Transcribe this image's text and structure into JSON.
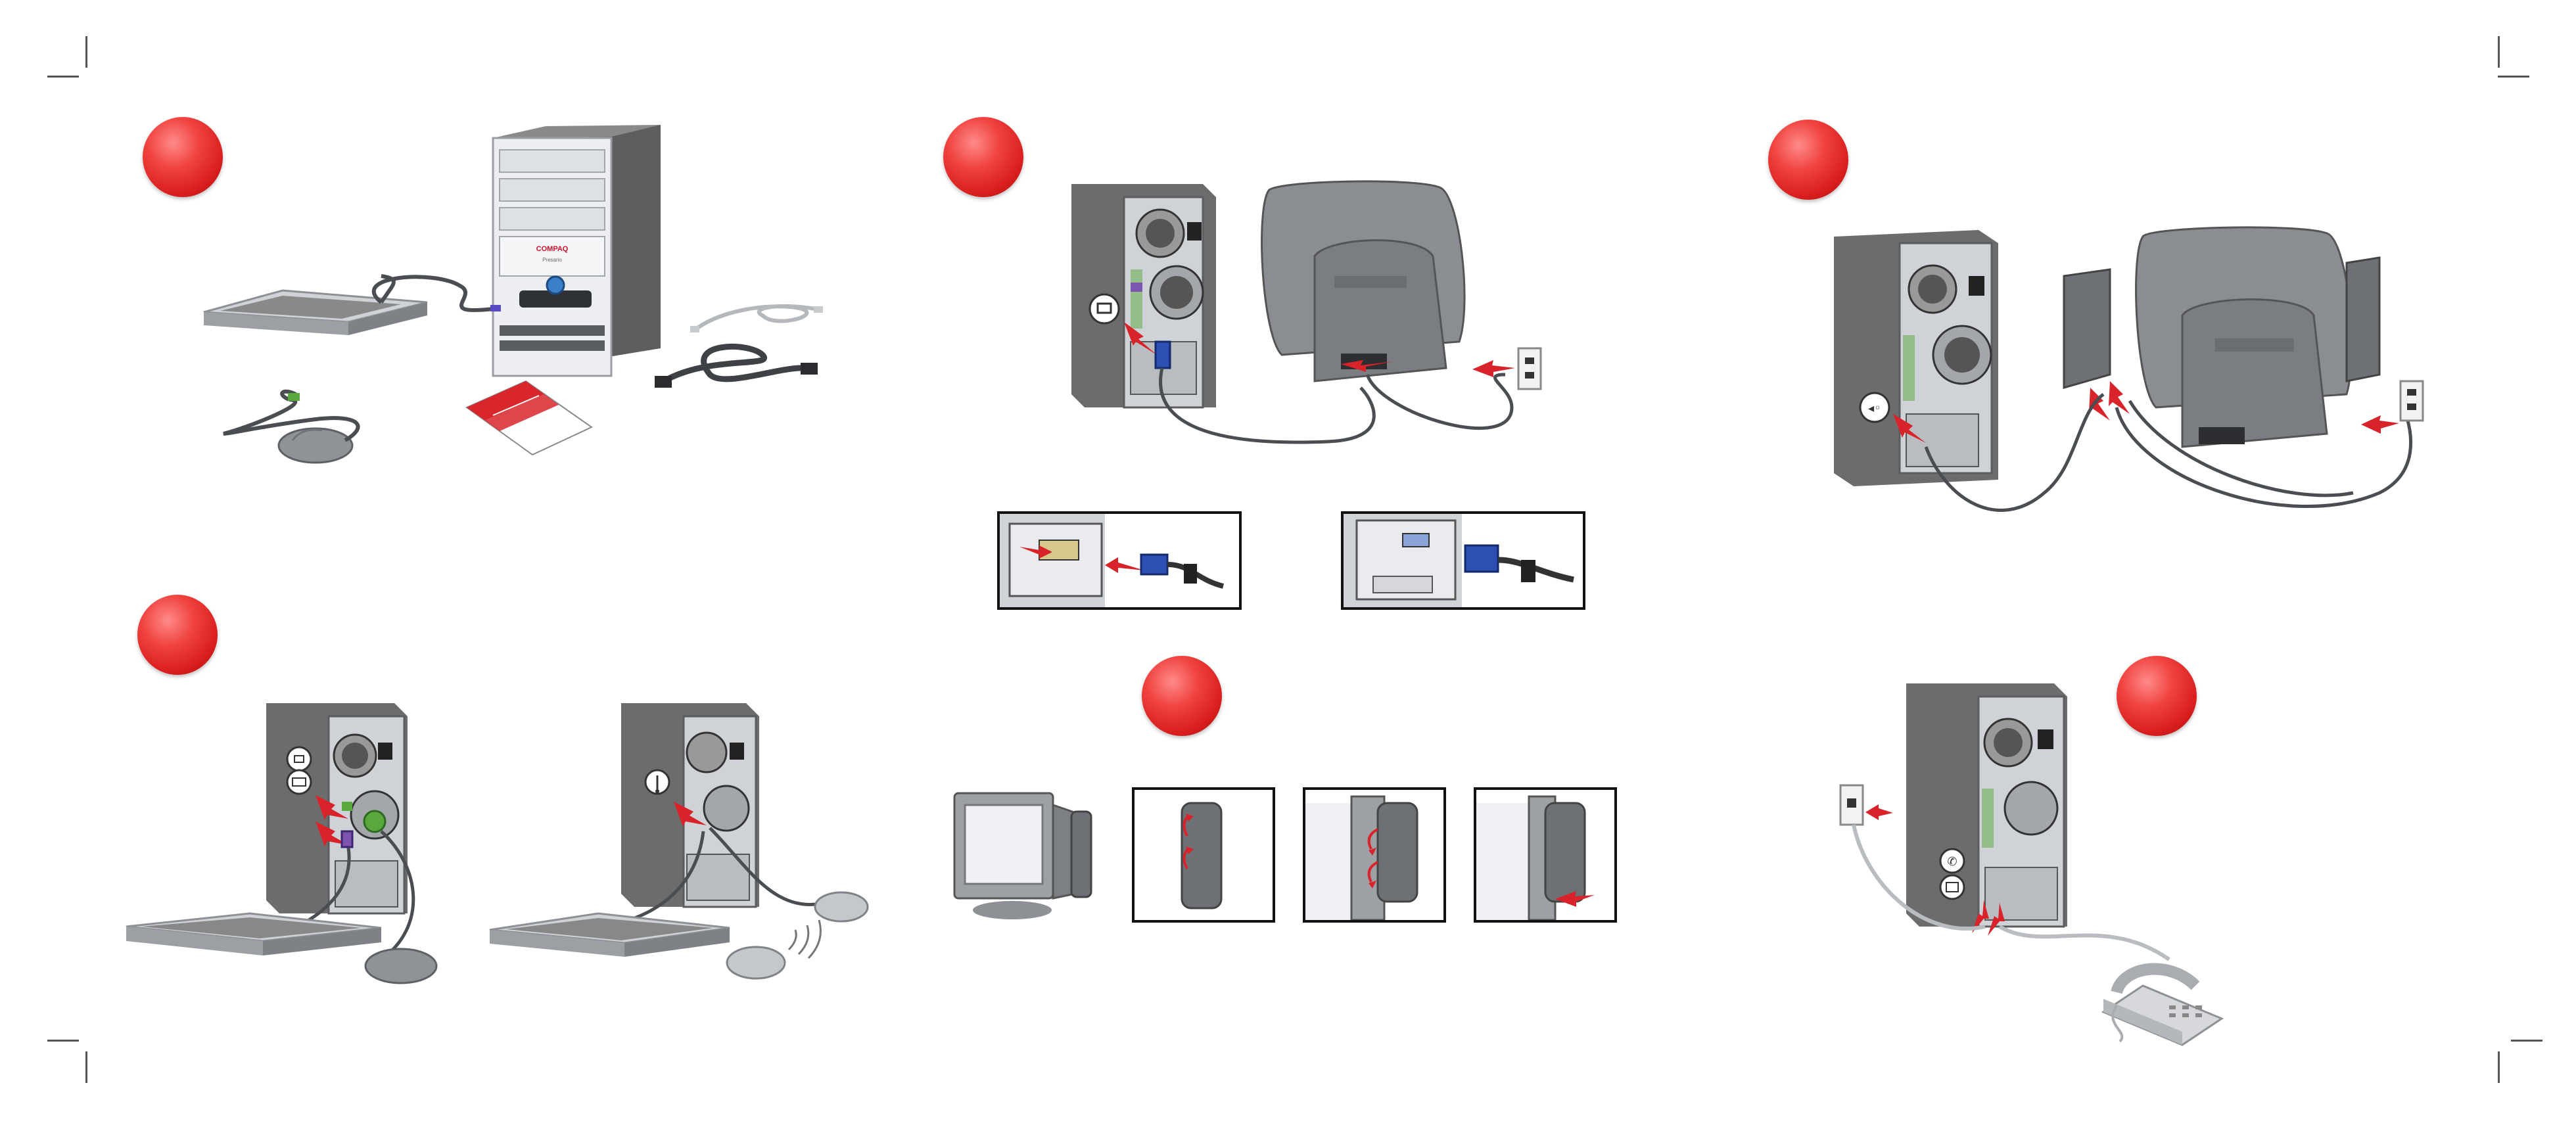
{
  "sheet": {
    "steps": [
      {
        "id": "unpack"
      },
      {
        "id": "monitor-video"
      },
      {
        "id": "power"
      },
      {
        "id": "keyboard-mouse"
      },
      {
        "id": "monitor-speakers"
      },
      {
        "id": "modem-phone"
      }
    ],
    "computer_brand": "COMPAQ",
    "computer_model": "Presario",
    "colors": {
      "badge_red": "#e0282a",
      "tower_gray": "#6e6e6e",
      "tower_light": "#e9ebee",
      "arrow_red": "#d8232a",
      "vga_blue": "#2d4fb0",
      "ps2_green": "#5aa83c",
      "ps2_purple": "#7d55b0",
      "manual_red": "#d9262b"
    },
    "icons": [
      "vga-port-icon",
      "power-plug-icon",
      "keyboard-port-icon",
      "mouse-port-icon",
      "usb-icon",
      "phone-icon",
      "network-icon"
    ]
  }
}
